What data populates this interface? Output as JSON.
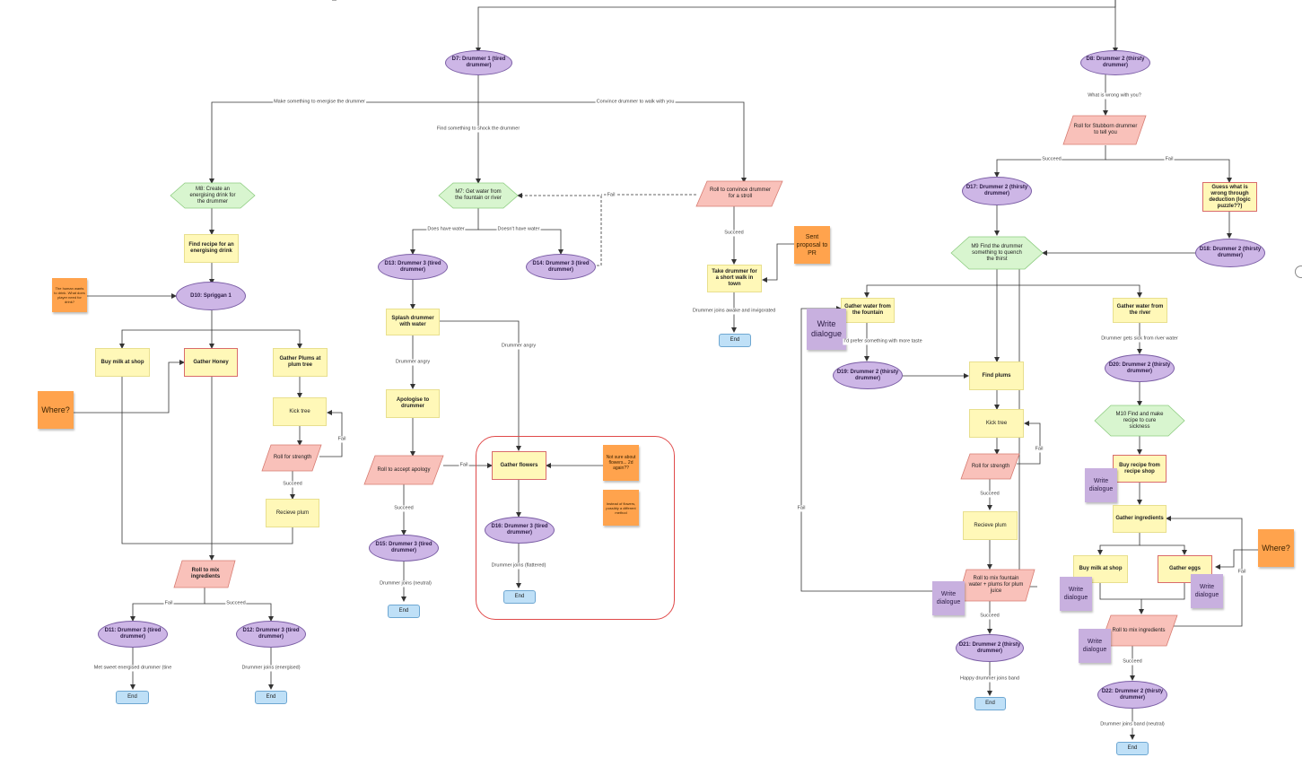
{
  "diagram": {
    "start": {
      "d7": "D7: Drummer 1 (tired drummer)",
      "d8": "D8: Drummer 2 (thirsty drummer)"
    },
    "left_branch": {
      "opt_energise": "Make something to energise the drummer",
      "opt_shock": "Find something to shock the drummer",
      "opt_convince": "Convince drummer to walk with you",
      "m8": "M8: Create an energising drink for the drummer",
      "find_recipe": "Find recipe for an energising drink",
      "d10": "D10: Spriggan 1",
      "note_small": "The human wants to drink. What does player need for drink?",
      "buy_milk": "Buy milk at shop",
      "gather_honey": "Gather Honey",
      "gather_plums": "Gather Plums at plum tree",
      "where": "Where?",
      "kick_tree": "Kick tree",
      "roll_strength": "Roll for strength",
      "fail": "Fail",
      "succeed": "Succeed",
      "recieve_plum": "Recieve plum",
      "roll_mix": "Roll to mix ingredients",
      "fail2": "Fail",
      "succeed2": "Succeed",
      "d11": "D11: Drummer 3 (tired drummer)",
      "d12": "D12: Drummer 3 (tired drummer)",
      "d11_out": "Met sweet energised drummer (tine",
      "d12_out": "Drummer joins (energised)",
      "end1": "End",
      "end2": "End"
    },
    "middle_branch": {
      "m7": "M7: Get water from the fountain or river",
      "does_have": "Does have water",
      "doesnt_have": "Doesn't have water",
      "d13": "D13: Drummer 3 (tired drummer)",
      "d14": "D14: Drummer 3 (tired drummer)",
      "splash": "Splash drummer with water",
      "drummer_angry1": "Drummer angry",
      "drummer_angry2": "Drummer angry",
      "apologise": "Apologise to drummer",
      "roll_apology": "Roll to accept apology",
      "fail": "Fail",
      "succeed": "Succeed",
      "d15": "D15: Drummer 3 (tired drummer)",
      "d15_out": "Drummer joins (neutral)",
      "end": "End",
      "gather_flowers": "Gather flowers",
      "note_flowers": "Not sure about flowers... 2d again??",
      "note_flowers2": "Instead of flowers, possibly a different method",
      "d16": "D16: Drummer 3 (tired drummer)",
      "d16_out": "Drummer joins (flattered)",
      "end_flowers": "End"
    },
    "walk_branch": {
      "roll_convince": "Roll to convince drummer for a stroll",
      "fail": "Fail",
      "succeed": "Succeed",
      "sent_pr": "Sent proposal to PR",
      "take_walk": "Take drummer for a short walk in town",
      "walk_out": "Drummer joins awake and invigorated",
      "end": "End"
    },
    "right_branch": {
      "what_wrong": "What is wrong with you?",
      "roll_stubborn": "Roll for Stubborn drummer to tell you",
      "succeed": "Succeed",
      "fail": "Fail",
      "d17": "D17: Drummer 2 (thirsty drummer)",
      "guess": "Guess what is wrong through deduction (logic puzzle??)",
      "d18": "D18: Drummer 2 (thirsty drummer)",
      "m9": "M9 Find the drummer something to quench the thirst",
      "gather_fountain": "Gather water from the fountain",
      "write1": "Write dialogue",
      "prefer": "I'd prefer something with more taste",
      "d19": "D19: Drummer 2 (thirsty drummer)",
      "find_plums": "Find plums",
      "kick_tree": "Kick tree",
      "fail_kick": "Fail",
      "roll_strength": "Roll for strength",
      "succeed_kick": "Succeed",
      "recieve_plum": "Recieve plum",
      "fail_side": "Fail",
      "roll_mix_fountain": "Roll to mix fountain water + plums for plum juice",
      "write2": "Write dialogue",
      "succeed_mix": "Succeed",
      "d21": "D21: Drummer 2 (thirsty drummer)",
      "d21_out": "Happy drummer joins band",
      "end_a": "End",
      "gather_river": "Gather water from the river",
      "river_sick": "Drummer gets sick from river water",
      "d20": "D20: Drummer 2 (thirsty drummer)",
      "m10": "M10 Find and make recipe to cure sickness",
      "buy_recipe": "Buy recipe from recipe shop",
      "write3": "Write dialogue",
      "gather_ingredients": "Gather ingredients",
      "buy_milk": "Buy milk at shop",
      "gather_eggs": "Gather eggs",
      "where": "Where?",
      "fail_eggs": "Fail",
      "write4": "Write dialogue",
      "write5": "Write dialogue",
      "roll_mix": "Roll to mix ingredients",
      "write6": "Write dialogue",
      "d22": "D22: Drummer 2 (thirsty drummer)",
      "d22_out": "Drummer joins band (neutral)",
      "end_b": "End"
    }
  },
  "colors": {
    "dialogue_node": "#cdb6e6",
    "mission_node": "#d8f5cf",
    "action_node": "#fff8b8",
    "roll_node": "#f9c1ba",
    "end_node": "#bfe0f7",
    "sticky_orange": "#ffa34d",
    "sticky_purple": "#c8b0df",
    "highlight_ring": "#e04a4a"
  }
}
